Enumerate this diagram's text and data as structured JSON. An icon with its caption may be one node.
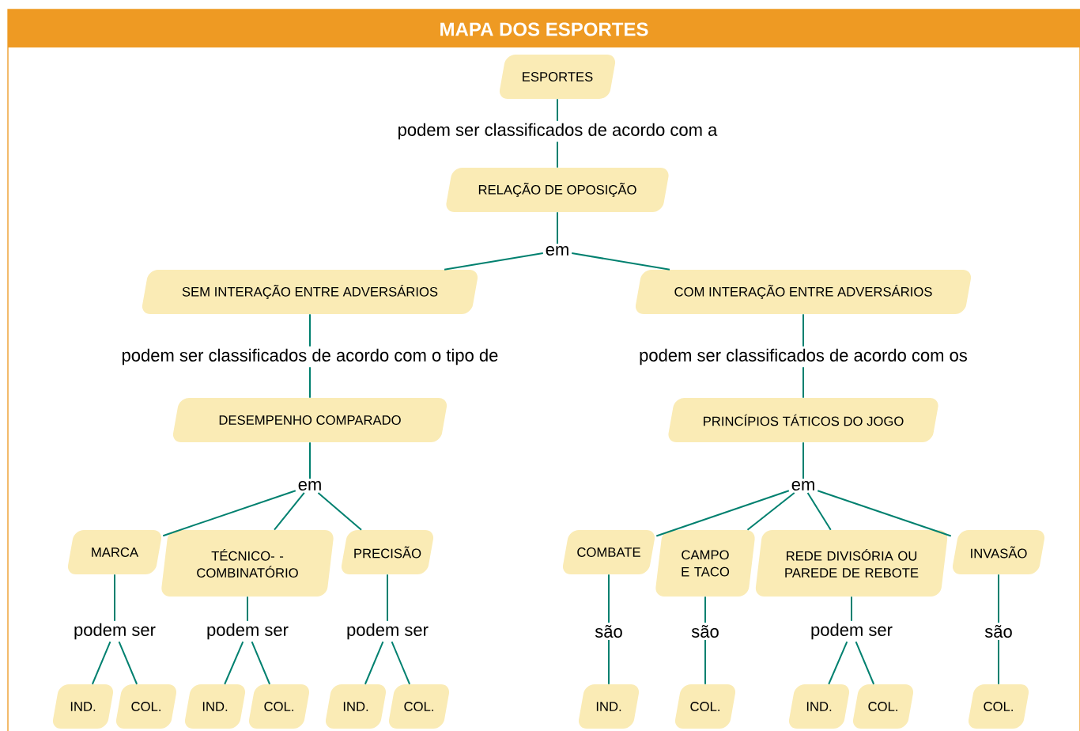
{
  "diagram": {
    "title": "MAPA DOS ESPORTES",
    "nodes": [
      {
        "text": [
          "ESPORTES"
        ]
      },
      {
        "text": [
          "podem ser classificados de acordo com a"
        ]
      },
      {
        "text": [
          "RELAÇÃO DE OPOSIÇÃO"
        ]
      },
      {
        "text": [
          "em"
        ]
      },
      {
        "text": [
          "SEM INTERAÇÃO ENTRE ADVERSÁRIOS"
        ]
      },
      {
        "text": [
          "COM INTERAÇÃO ENTRE ADVERSÁRIOS"
        ]
      },
      {
        "text": [
          "podem ser classificados de acordo com o tipo de"
        ]
      },
      {
        "text": [
          "podem ser classificados de acordo com os"
        ]
      },
      {
        "text": [
          "DESEMPENHO COMPARADO"
        ]
      },
      {
        "text": [
          "PRINCÍPIOS TÁTICOS DO JOGO"
        ]
      },
      {
        "text": [
          "em"
        ]
      },
      {
        "text": [
          "em"
        ]
      },
      {
        "text": [
          "MARCA"
        ]
      },
      {
        "text": [
          "TÉCNICO- -COMBINATÓRIO"
        ]
      },
      {
        "text": [
          "PRECISÃO"
        ]
      },
      {
        "text": [
          "COMBATE"
        ]
      },
      {
        "text": [
          "CAMPO E TACO"
        ]
      },
      {
        "text": [
          "REDE DIVISÓRIA OU PAREDE DE REBOTE"
        ]
      },
      {
        "text": [
          "INVASÃO"
        ]
      },
      {
        "text": [
          "podem ser"
        ]
      },
      {
        "text": [
          "podem ser"
        ]
      },
      {
        "text": [
          "podem ser"
        ]
      },
      {
        "text": [
          "são"
        ]
      },
      {
        "text": [
          "são"
        ]
      },
      {
        "text": [
          "podem ser"
        ]
      },
      {
        "text": [
          "são"
        ]
      },
      {
        "text": [
          "IND."
        ]
      },
      {
        "text": [
          "COL."
        ]
      },
      {
        "text": [
          "IND."
        ]
      },
      {
        "text": [
          "COL."
        ]
      },
      {
        "text": [
          "IND."
        ]
      },
      {
        "text": [
          "COL."
        ]
      },
      {
        "text": [
          "IND."
        ]
      },
      {
        "text": [
          "COL."
        ]
      },
      {
        "text": [
          "IND."
        ]
      },
      {
        "text": [
          "COL."
        ]
      },
      {
        "text": [
          "COL."
        ]
      }
    ],
    "edges": [
      {
        "from": 0,
        "to": 1,
        "arrow": "none"
      },
      {
        "from": 1,
        "to": 2,
        "arrow": "none"
      },
      {
        "from": 2,
        "to": 3,
        "arrow": "none"
      },
      {
        "from": 3,
        "to": 4,
        "arrow": "none"
      },
      {
        "from": 3,
        "to": 5,
        "arrow": "none"
      },
      {
        "from": 4,
        "to": 6,
        "arrow": "none"
      },
      {
        "from": 5,
        "to": 7,
        "arrow": "none"
      },
      {
        "from": 6,
        "to": 8,
        "arrow": "none"
      },
      {
        "from": 7,
        "to": 9,
        "arrow": "none"
      },
      {
        "from": 8,
        "to": 10,
        "arrow": "none"
      },
      {
        "from": 9,
        "to": 11,
        "arrow": "none"
      },
      {
        "from": 10,
        "to": 12,
        "arrow": "none"
      },
      {
        "from": 10,
        "to": 13,
        "arrow": "none"
      },
      {
        "from": 10,
        "to": 14,
        "arrow": "none"
      },
      {
        "from": 11,
        "to": 15,
        "arrow": "none"
      },
      {
        "from": 11,
        "to": 16,
        "arrow": "none"
      },
      {
        "from": 11,
        "to": 17,
        "arrow": "none"
      },
      {
        "from": 11,
        "to": 18,
        "arrow": "none"
      },
      {
        "from": 12,
        "to": 19,
        "arrow": "none"
      },
      {
        "from": 13,
        "to": 20,
        "arrow": "none"
      },
      {
        "from": 14,
        "to": 21,
        "arrow": "none"
      },
      {
        "from": 15,
        "to": 22,
        "arrow": "none"
      },
      {
        "from": 16,
        "to": 23,
        "arrow": "none"
      },
      {
        "from": 17,
        "to": 24,
        "arrow": "none"
      },
      {
        "from": 18,
        "to": 25,
        "arrow": "none"
      },
      {
        "from": 19,
        "to": 26,
        "arrow": "none"
      },
      {
        "from": 19,
        "to": 27,
        "arrow": "none"
      },
      {
        "from": 20,
        "to": 28,
        "arrow": "none"
      },
      {
        "from": 20,
        "to": 29,
        "arrow": "none"
      },
      {
        "from": 21,
        "to": 30,
        "arrow": "none"
      },
      {
        "from": 21,
        "to": 31,
        "arrow": "none"
      },
      {
        "from": 22,
        "to": 32,
        "arrow": "none"
      },
      {
        "from": 23,
        "to": 33,
        "arrow": "none"
      },
      {
        "from": 24,
        "to": 34,
        "arrow": "none"
      },
      {
        "from": 24,
        "to": 35,
        "arrow": "none"
      },
      {
        "from": 25,
        "to": 36,
        "arrow": "none"
      }
    ]
  }
}
